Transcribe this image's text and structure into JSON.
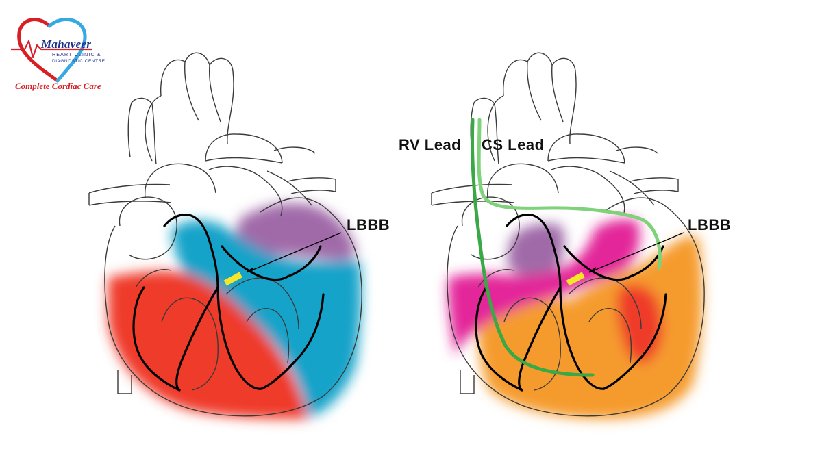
{
  "logo": {
    "name": "Mahaveer",
    "line1": "HEART CLINIC  &",
    "line2": "DIAGNOSTIC CENTRE",
    "tagline": "Complete Cordiac Care",
    "colors": {
      "red": "#d81f26",
      "blue": "#1d2f8c",
      "sky": "#35a9e1"
    }
  },
  "left_heart": {
    "block_label": "LBBB",
    "regions": [
      {
        "name": "right ventricle region",
        "color": "#ef3a2b"
      },
      {
        "name": "septum / anterior region",
        "color": "#18a3c9"
      },
      {
        "name": "left atrium / lateral region",
        "color": "#a06ba9"
      }
    ]
  },
  "right_heart": {
    "block_label": "LBBB",
    "lead_labels": [
      "RV Lead",
      "CS Lead"
    ],
    "lead_color": "#39a845",
    "regions": [
      {
        "name": "ventricles",
        "color": "#f59b2f"
      },
      {
        "name": "transition band",
        "color": "#e3269a"
      },
      {
        "name": "left atrium",
        "color": "#a06ba9"
      },
      {
        "name": "late activation",
        "color": "#ef3a2b"
      }
    ]
  },
  "block_marker_color": "#f5e62a"
}
